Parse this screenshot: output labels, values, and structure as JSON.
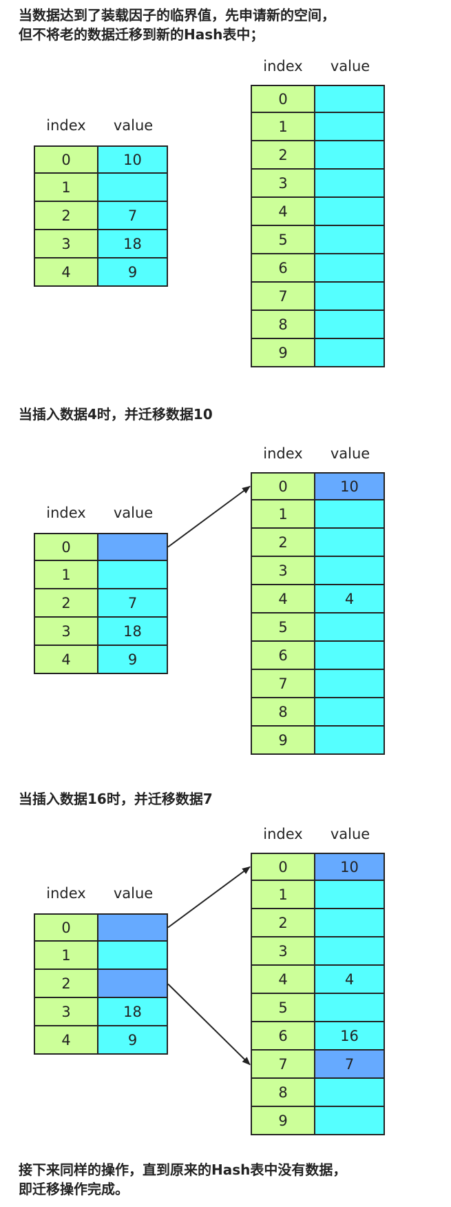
{
  "captions": {
    "intro": [
      "当数据达到了装载因子的临界值，先申请新的空间，",
      "但不将老的数据迁移到新的Hash表中；"
    ],
    "step1": "当插入数据4时，并迁移数据10",
    "step2": "当插入数据16时，并迁移数据7",
    "outro": [
      "接下来同样的操作，直到原来的Hash表中没有数据，",
      "即迁移操作完成。"
    ]
  },
  "headers": {
    "index": "index",
    "value": "value"
  },
  "colors": {
    "index_cell": "#ccff99",
    "value_cell": "#55ffff",
    "migrated_cell": "#66aaff",
    "border": "#222222"
  },
  "diagrams": [
    {
      "old": [
        {
          "index": "0",
          "value": "10",
          "highlight": false
        },
        {
          "index": "1",
          "value": "",
          "highlight": false
        },
        {
          "index": "2",
          "value": "7",
          "highlight": false
        },
        {
          "index": "3",
          "value": "18",
          "highlight": false
        },
        {
          "index": "4",
          "value": "9",
          "highlight": false
        }
      ],
      "new": [
        {
          "index": "0",
          "value": "",
          "highlight": false
        },
        {
          "index": "1",
          "value": "",
          "highlight": false
        },
        {
          "index": "2",
          "value": "",
          "highlight": false
        },
        {
          "index": "3",
          "value": "",
          "highlight": false
        },
        {
          "index": "4",
          "value": "",
          "highlight": false
        },
        {
          "index": "5",
          "value": "",
          "highlight": false
        },
        {
          "index": "6",
          "value": "",
          "highlight": false
        },
        {
          "index": "7",
          "value": "",
          "highlight": false
        },
        {
          "index": "8",
          "value": "",
          "highlight": false
        },
        {
          "index": "9",
          "value": "",
          "highlight": false
        }
      ],
      "arrows": []
    },
    {
      "old": [
        {
          "index": "0",
          "value": "",
          "highlight": true
        },
        {
          "index": "1",
          "value": "",
          "highlight": false
        },
        {
          "index": "2",
          "value": "7",
          "highlight": false
        },
        {
          "index": "3",
          "value": "18",
          "highlight": false
        },
        {
          "index": "4",
          "value": "9",
          "highlight": false
        }
      ],
      "new": [
        {
          "index": "0",
          "value": "10",
          "highlight": true
        },
        {
          "index": "1",
          "value": "",
          "highlight": false
        },
        {
          "index": "2",
          "value": "",
          "highlight": false
        },
        {
          "index": "3",
          "value": "",
          "highlight": false
        },
        {
          "index": "4",
          "value": "4",
          "highlight": false
        },
        {
          "index": "5",
          "value": "",
          "highlight": false
        },
        {
          "index": "6",
          "value": "",
          "highlight": false
        },
        {
          "index": "7",
          "value": "",
          "highlight": false
        },
        {
          "index": "8",
          "value": "",
          "highlight": false
        },
        {
          "index": "9",
          "value": "",
          "highlight": false
        }
      ],
      "arrows": [
        {
          "from_old_row": 0,
          "to_new_row": 0
        }
      ]
    },
    {
      "old": [
        {
          "index": "0",
          "value": "",
          "highlight": true
        },
        {
          "index": "1",
          "value": "",
          "highlight": false
        },
        {
          "index": "2",
          "value": "",
          "highlight": true
        },
        {
          "index": "3",
          "value": "18",
          "highlight": false
        },
        {
          "index": "4",
          "value": "9",
          "highlight": false
        }
      ],
      "new": [
        {
          "index": "0",
          "value": "10",
          "highlight": true
        },
        {
          "index": "1",
          "value": "",
          "highlight": false
        },
        {
          "index": "2",
          "value": "",
          "highlight": false
        },
        {
          "index": "3",
          "value": "",
          "highlight": false
        },
        {
          "index": "4",
          "value": "4",
          "highlight": false
        },
        {
          "index": "5",
          "value": "",
          "highlight": false
        },
        {
          "index": "6",
          "value": "16",
          "highlight": false
        },
        {
          "index": "7",
          "value": "7",
          "highlight": true
        },
        {
          "index": "8",
          "value": "",
          "highlight": false
        },
        {
          "index": "9",
          "value": "",
          "highlight": false
        }
      ],
      "arrows": [
        {
          "from_old_row": 0,
          "to_new_row": 0
        },
        {
          "from_old_row": 2,
          "to_new_row": 7
        }
      ]
    }
  ]
}
